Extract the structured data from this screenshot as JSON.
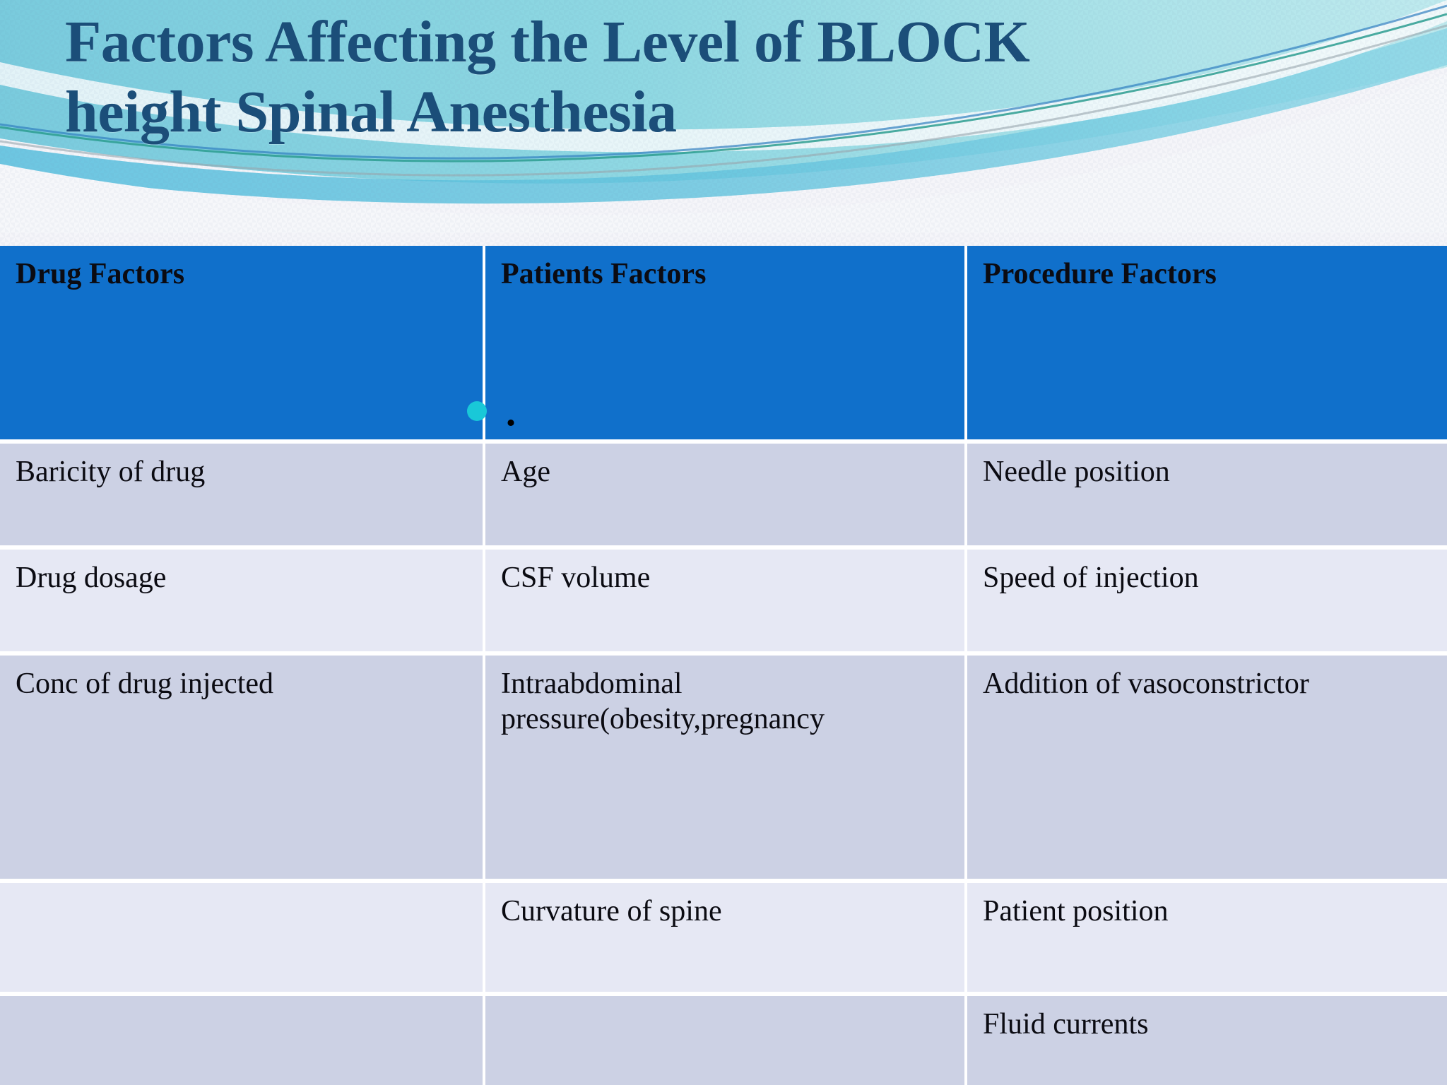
{
  "slide": {
    "title_line1": "Factors Affecting the Level of BLOCK",
    "title_line2": "height  Spinal Anesthesia",
    "title_color": "#1b4e79",
    "background_color": "#f5f5f9",
    "accent_cyan": "#19c8d8",
    "header_band_colors": [
      "#7dcedf",
      "#a8e0e6",
      "#4fb8d8",
      "#2a9d8f"
    ]
  },
  "table": {
    "header_background": "#1070cb",
    "header_text_color": "#ffffff",
    "row_color_dark": "#ccd1e4",
    "row_color_light": "#e6e8f4",
    "columns": [
      "Drug Factors",
      "Patients Factors",
      "Procedure Factors"
    ],
    "header_artifact_period": ".",
    "rows": [
      {
        "drug": "Baricity of drug",
        "patient": "Age",
        "procedure": "Needle position"
      },
      {
        "drug": "Drug dosage",
        "patient": "CSF volume",
        "procedure": "Speed of injection"
      },
      {
        "drug": "Conc of drug injected",
        "patient": "Intraabdominal pressure(obesity,pregnancy",
        "procedure": "Addition of vasoconstrictor"
      },
      {
        "drug": "",
        "patient": "Curvature of spine",
        "procedure": "Patient position"
      },
      {
        "drug": "",
        "patient": "",
        "procedure": "Fluid currents"
      }
    ]
  }
}
